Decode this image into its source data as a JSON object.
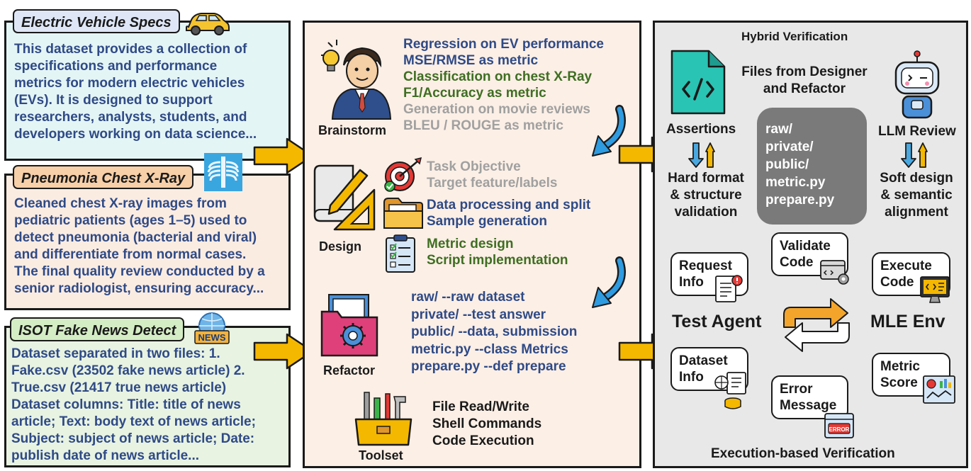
{
  "datasets": [
    {
      "title": "Electric Vehicle Specs",
      "icon": "car-icon",
      "bg": "#e4f5f5",
      "text": "This dataset provides a collection of\nspecifications and performance\nmetrics for modern electric vehicles\n(EVs). It is designed to support\nresearchers, analysts, students, and\ndevelopers working on data science..."
    },
    {
      "title": "Pneumonia Chest X-Ray",
      "icon": "xray-icon",
      "bg": "#fbece2",
      "text": "Cleaned chest X-ray images from\npediatric patients (ages 1–5) used to\ndetect pneumonia (bacterial and viral)\nand differentiate from normal cases.\nThe final quality review conducted by a\nsenior radiologist, ensuring accuracy..."
    },
    {
      "title": "ISOT Fake News Detect",
      "icon": "news-globe-icon",
      "bg": "#e8f3e2",
      "text": "Dataset separated in two files: 1.\nFake.csv (23502 fake news article) 2.\nTrue.csv (21417 true news article)\nDataset columns: Title: title of news\narticle; Text: body text of news article;\nSubject: subject of news article; Date:\npublish date of news article..."
    }
  ],
  "middle": {
    "brainstorm": {
      "label": "Brainstorm",
      "lines": [
        {
          "text": "Regression on EV performance",
          "color": "blue"
        },
        {
          "text": "MSE/RMSE as metric",
          "color": "blue"
        },
        {
          "text": "Classification on chest X-Ray",
          "color": "green"
        },
        {
          "text": "F1/Accuracy as metric",
          "color": "green"
        },
        {
          "text": "Generation on movie reviews",
          "color": "gray"
        },
        {
          "text": "BLEU / ROUGE as metric",
          "color": "gray"
        }
      ]
    },
    "design": {
      "label": "Design",
      "groups": [
        {
          "icon": "target-icon",
          "lines": [
            "Task Objective",
            "Target feature/labels"
          ],
          "color": "gray"
        },
        {
          "icon": "folder-icon",
          "lines": [
            "Data processing and split",
            "Sample generation"
          ],
          "color": "blue"
        },
        {
          "icon": "checklist-icon",
          "lines": [
            "Metric design",
            "Script implementation"
          ],
          "color": "green"
        }
      ]
    },
    "refactor": {
      "label": "Refactor",
      "lines": [
        "raw/ --raw dataset",
        "private/ --test answer",
        "public/ --data, submission",
        "metric.py --class Metrics",
        "prepare.py --def prepare"
      ]
    },
    "toolset": {
      "label": "Toolset",
      "lines": [
        "File Read/Write",
        "Shell Commands",
        "Code Execution"
      ]
    }
  },
  "right": {
    "hybrid_title": "Hybrid Verification",
    "files_from": "Files from Designer\nand Refactor",
    "assertions": "Assertions",
    "llm_review": "LLM Review",
    "hard_format": "Hard format\n& structure\nvalidation",
    "soft_design": "Soft design\n& semantic\nalignment",
    "files_box": "raw/\nprivate/\npublic/\nmetric.py\nprepare.py",
    "test_agent": "Test Agent",
    "mle_env": "MLE Env",
    "request_info": "Request\nInfo",
    "validate_code": "Validate\nCode",
    "execute_code": "Execute\nCode",
    "dataset_info": "Dataset\nInfo",
    "error_message": "Error\nMessage",
    "metric_score": "Metric\nScore",
    "error_badge": "ERROR",
    "execution_title": "Execution-based Verification"
  },
  "colors": {
    "arrow_yellow": "#f5b800",
    "arrow_blue": "#2f9be0",
    "middle_bg": "#fcefe6",
    "right_bg": "#e8e8e8",
    "files_box_bg": "#7a7a7a",
    "teal": "#29c4b4",
    "orange_loop": "#f3a52b"
  }
}
